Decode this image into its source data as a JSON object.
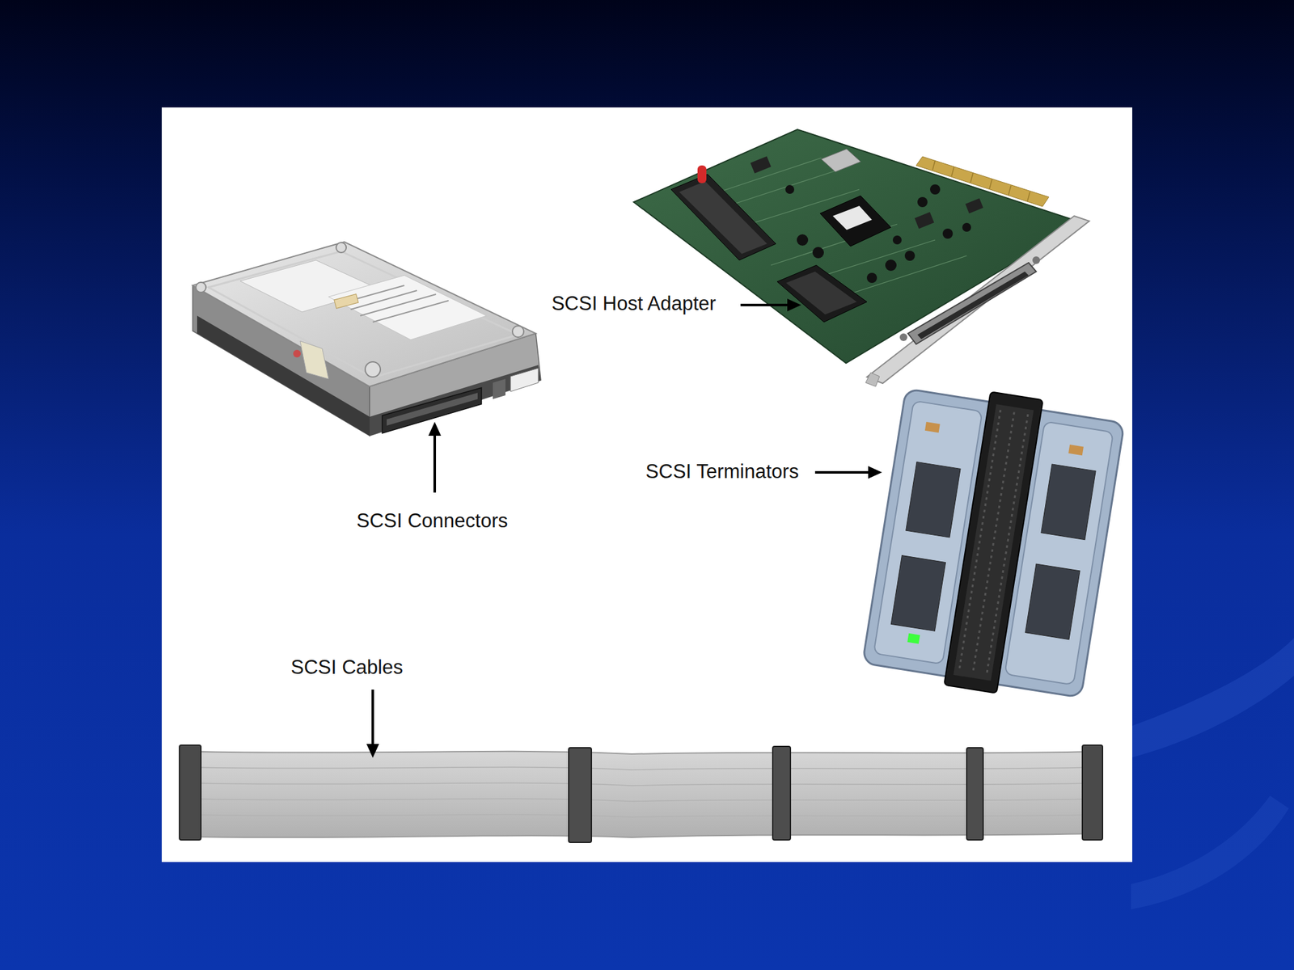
{
  "diagram": {
    "labels": [
      "SCSI Host Adapter",
      "SCSI Terminators",
      "SCSI Connectors",
      "SCSI Cables"
    ]
  }
}
